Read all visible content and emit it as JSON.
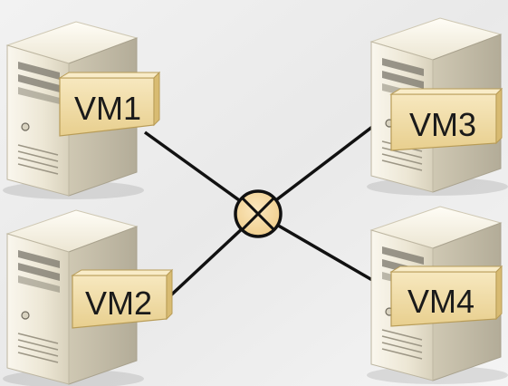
{
  "diagram": {
    "nodes": [
      {
        "id": "vm1",
        "label": "VM1"
      },
      {
        "id": "vm2",
        "label": "VM2"
      },
      {
        "id": "vm3",
        "label": "VM3"
      },
      {
        "id": "vm4",
        "label": "VM4"
      }
    ],
    "hub": {
      "icon": "crossed-circle-switch-icon"
    },
    "edges": [
      {
        "from": "vm1",
        "to": "hub"
      },
      {
        "from": "vm2",
        "to": "hub"
      },
      {
        "from": "vm3",
        "to": "hub"
      },
      {
        "from": "vm4",
        "to": "hub"
      }
    ],
    "node_icon": "server-tower-icon",
    "colors": {
      "background": "#ececec",
      "server_body": "#ebe5d2",
      "label_tab": "#f2dfaa",
      "hub_fill": "#f4d9a0",
      "line": "#111111"
    }
  }
}
